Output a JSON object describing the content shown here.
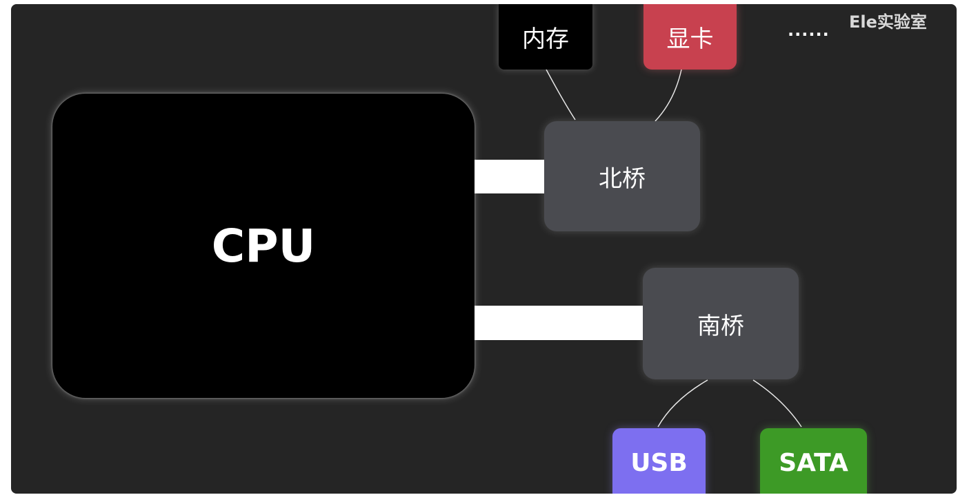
{
  "watermark": "Ele实验室",
  "nodes": {
    "cpu": "CPU",
    "north_bridge": "北桥",
    "south_bridge": "南桥",
    "memory": "内存",
    "gpu": "显卡",
    "more": "......",
    "usb": "USB",
    "sata": "SATA"
  },
  "colors": {
    "background": "#252525",
    "cpu": "#000000",
    "bridge": "#4a4b50",
    "memory": "#000000",
    "gpu": "#c8414f",
    "usb": "#7d6ff0",
    "sata": "#3d9a26",
    "bus": "#ffffff"
  }
}
